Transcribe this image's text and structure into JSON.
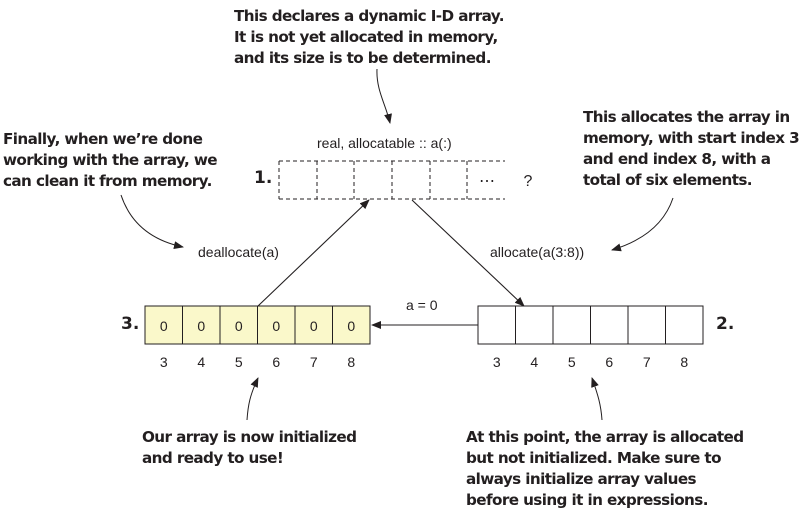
{
  "callouts": {
    "declare": "This declares a dynamic I-D array.\nIt is not yet allocated in memory,\nand its size is to be determined.",
    "allocate": "This allocates the array in\nmemory, with start index 3\nand end index 8, with a\ntotal of six elements.",
    "deallocate": "Finally, when we’re done\nworking with the array, we\ncan clean it from memory.",
    "initialized": "Our array is now initialized\nand ready to use!",
    "allocated_not_initialized": "At this point, the array is allocated\nbut not initialized. Make sure to\nalways initialize array values\nbefore using it in expressions."
  },
  "code": {
    "declaration": "real, allocatable :: a(:)",
    "allocate": "allocate(a(3:8))",
    "deallocate": "deallocate(a)",
    "assign": "a = 0"
  },
  "steps": {
    "one": "1.",
    "two": "2.",
    "three": "3."
  },
  "array_declared": {
    "ellipsis": "⋯",
    "unknown_size": "?"
  },
  "array_initialized": {
    "values": [
      "0",
      "0",
      "0",
      "0",
      "0",
      "0"
    ],
    "indices": [
      "3",
      "4",
      "5",
      "6",
      "7",
      "8"
    ],
    "fill_color": "#faf8ca"
  },
  "array_allocated": {
    "values": [
      "",
      "",
      "",
      "",
      "",
      ""
    ],
    "indices": [
      "3",
      "4",
      "5",
      "6",
      "7",
      "8"
    ]
  }
}
